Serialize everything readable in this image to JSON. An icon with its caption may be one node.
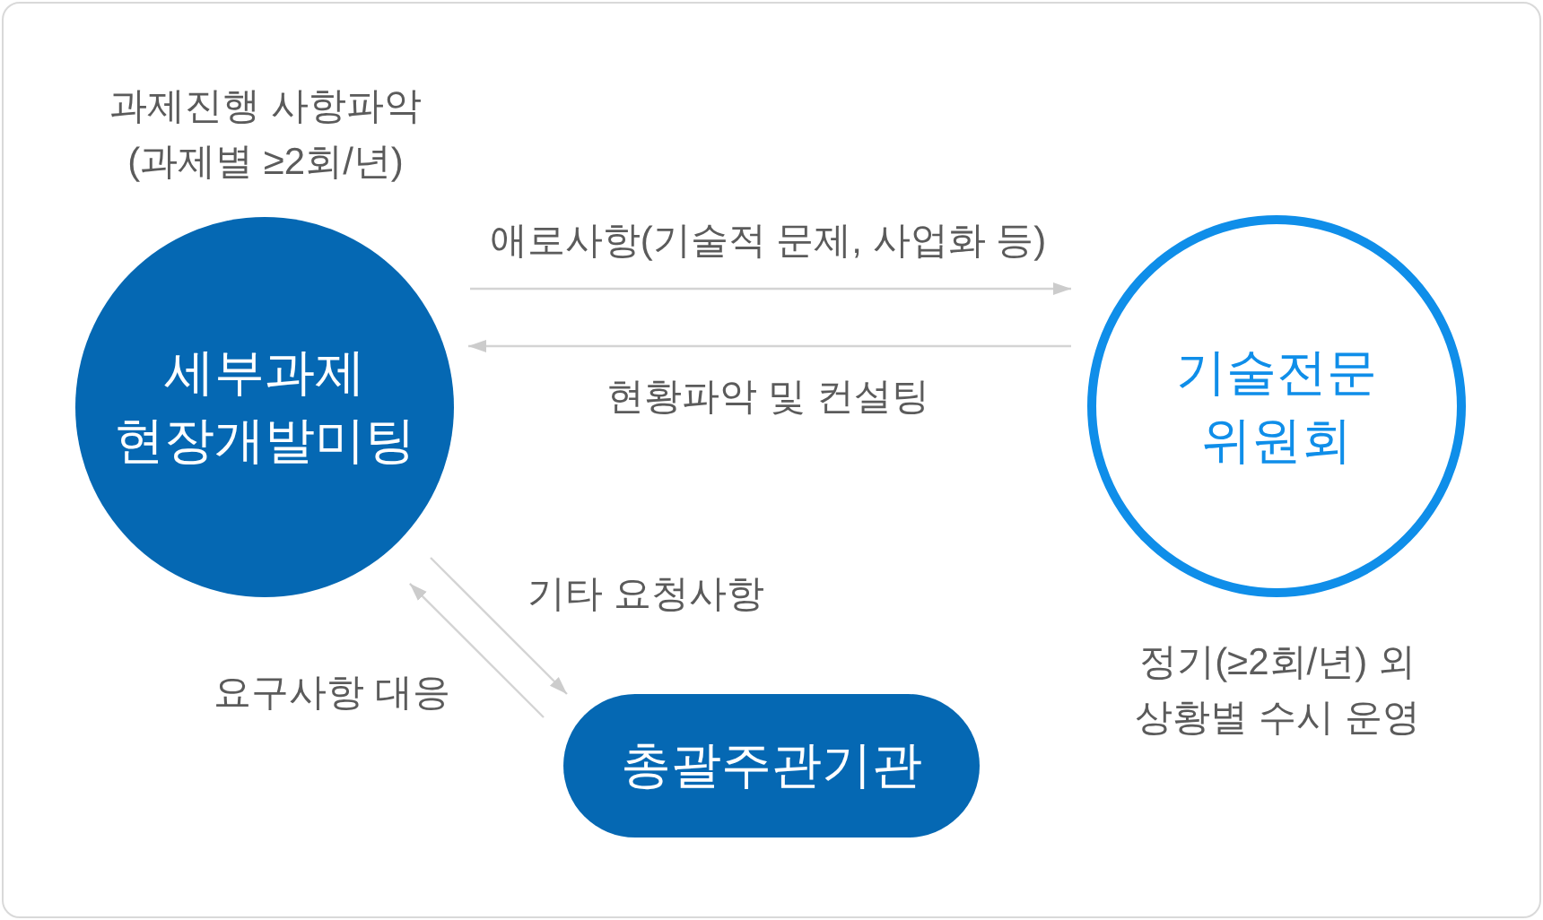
{
  "diagram": {
    "nodes": [
      {
        "text": [
          "세부과제 현장개발미팅"
        ],
        "beside": [
          "과제진행 사항파악 (과제별 ≥2회/년)"
        ]
      },
      {
        "text": [
          "기술전문 위원회"
        ],
        "beside": [
          "정기(≥2회/년) 외 상황별 수시 운영"
        ]
      },
      {
        "text": [
          "총괄주관기관"
        ]
      }
    ],
    "edges": [
      {
        "from": 0,
        "to": 1,
        "arrow": "to",
        "label": "애로사항(기술적 문제, 사업화 등)"
      },
      {
        "from": 1,
        "to": 0,
        "arrow": "to",
        "label": "현황파악 및 컨설팅"
      },
      {
        "from": 0,
        "to": 2,
        "arrow": "to",
        "label": "기타 요청사항"
      },
      {
        "from": 2,
        "to": 0,
        "arrow": "to",
        "label": "요구사항 대응"
      }
    ]
  }
}
